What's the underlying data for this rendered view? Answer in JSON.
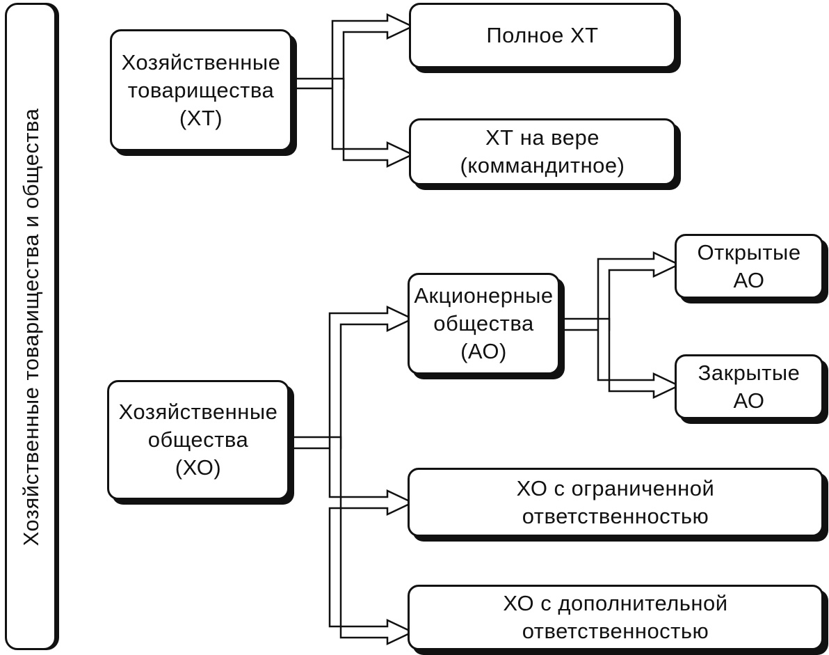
{
  "sidebar": {
    "title": "Хозяйственные товарищества и общества"
  },
  "nodes": {
    "xt": {
      "lines": [
        "Хозяйственные",
        "товарищества",
        "(ХТ)"
      ]
    },
    "xt_full": {
      "lines": [
        "Полное ХТ"
      ]
    },
    "xt_faith": {
      "lines": [
        "ХТ на вере",
        "(коммандитное)"
      ]
    },
    "xo": {
      "lines": [
        "Хозяйственные",
        "общества",
        "(ХО)"
      ]
    },
    "ao": {
      "lines": [
        "Акционерные",
        "общества",
        "(АО)"
      ]
    },
    "ao_open": {
      "lines": [
        "Открытые",
        "АО"
      ]
    },
    "ao_closed": {
      "lines": [
        "Закрытые",
        "АО"
      ]
    },
    "xo_limited": {
      "lines": [
        "ХО с ограниченной",
        "ответственностью"
      ]
    },
    "xo_additional": {
      "lines": [
        "ХО с дополнительной",
        "ответственностью"
      ]
    }
  },
  "colors": {
    "stroke": "#111111",
    "background": "#ffffff"
  }
}
